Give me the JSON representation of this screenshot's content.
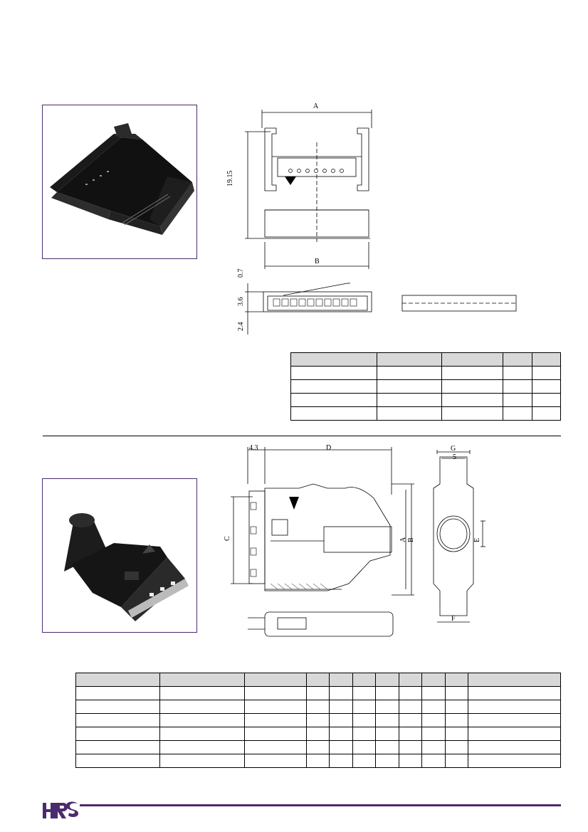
{
  "colors": {
    "brand": "#4b2a6e",
    "table_header": "#d8d8d8",
    "line": "#000000"
  },
  "logo": {
    "text": "HRS",
    "icon": "hrs-logo"
  },
  "section1": {
    "photo_icon": "receptacle-connector-photo",
    "dims": {
      "A": "A",
      "B": "B",
      "h1": "19.15",
      "t1": "0.7",
      "t2": "3.6",
      "t3": "2.4"
    },
    "table": {
      "columns": 5,
      "rows": 4
    }
  },
  "section2": {
    "photo_icon": "plug-connector-photo",
    "dims": {
      "d43": "4.3",
      "D": "D",
      "G": "G",
      "g5": "5",
      "C": "C",
      "A": "A",
      "B": "B",
      "E": "E",
      "F": "F"
    },
    "table": {
      "columns": 11,
      "rows": 6
    }
  }
}
